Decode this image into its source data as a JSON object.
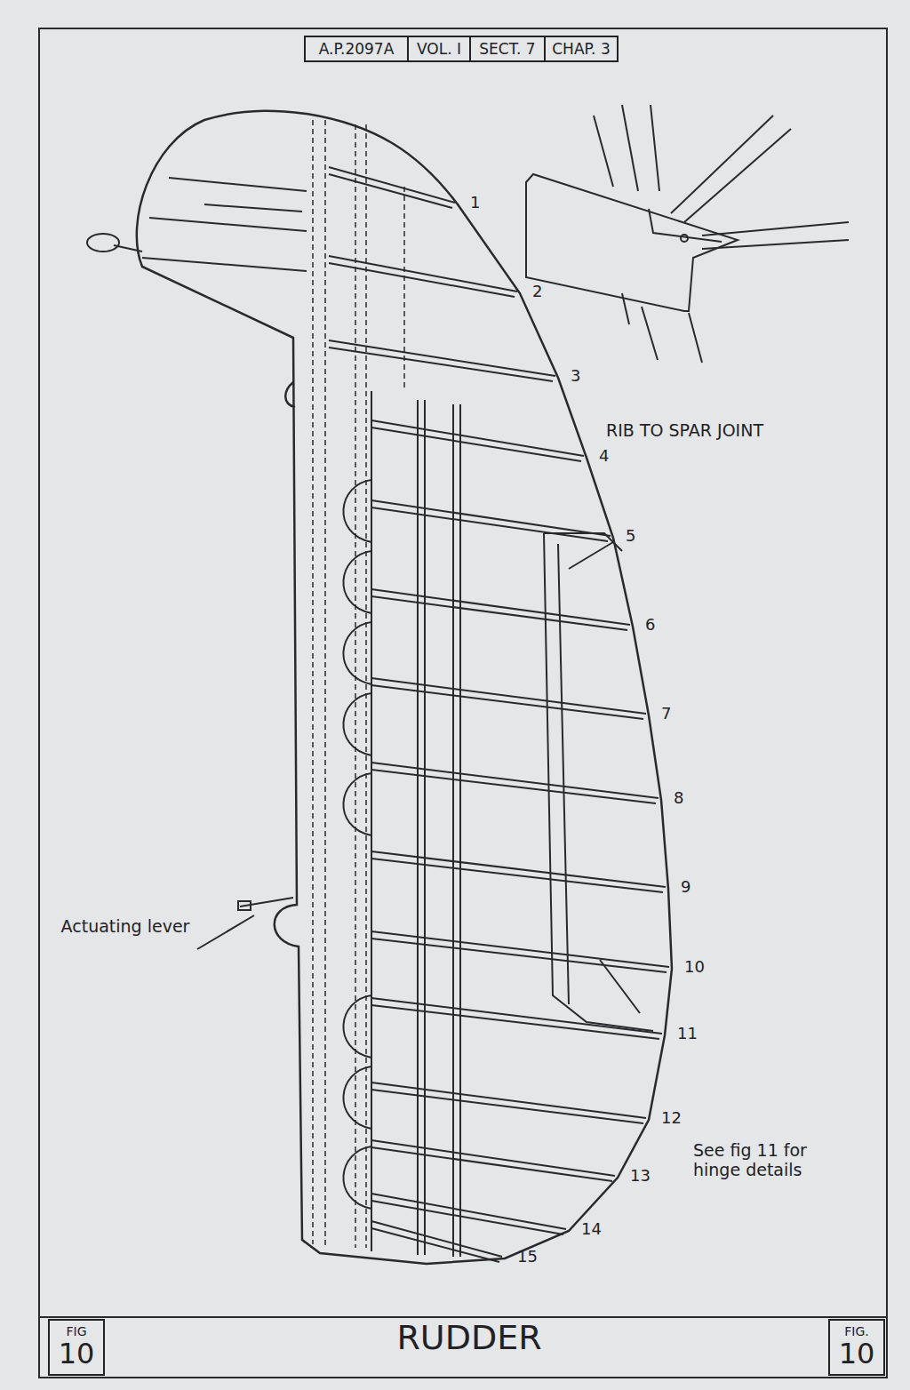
{
  "diagram": {
    "title": "RUDDER",
    "nodes": [
      {
        "text": [
          "A.P.2097A"
        ]
      },
      {
        "text": [
          "VOL. I"
        ]
      },
      {
        "text": [
          "SECT. 7"
        ]
      },
      {
        "text": [
          "CHAP. 3"
        ]
      },
      {
        "text": [
          "FIG",
          "10"
        ]
      },
      {
        "text": [
          "FIG.",
          "10"
        ]
      }
    ],
    "labels": [
      "1",
      "2",
      "3",
      "4",
      "5",
      "6",
      "7",
      "8",
      "9",
      "10",
      "11",
      "12",
      "13",
      "14",
      "15",
      "RIB TO SPAR JOINT",
      "Actuating lever",
      "See fig 11 for hinge details"
    ]
  }
}
